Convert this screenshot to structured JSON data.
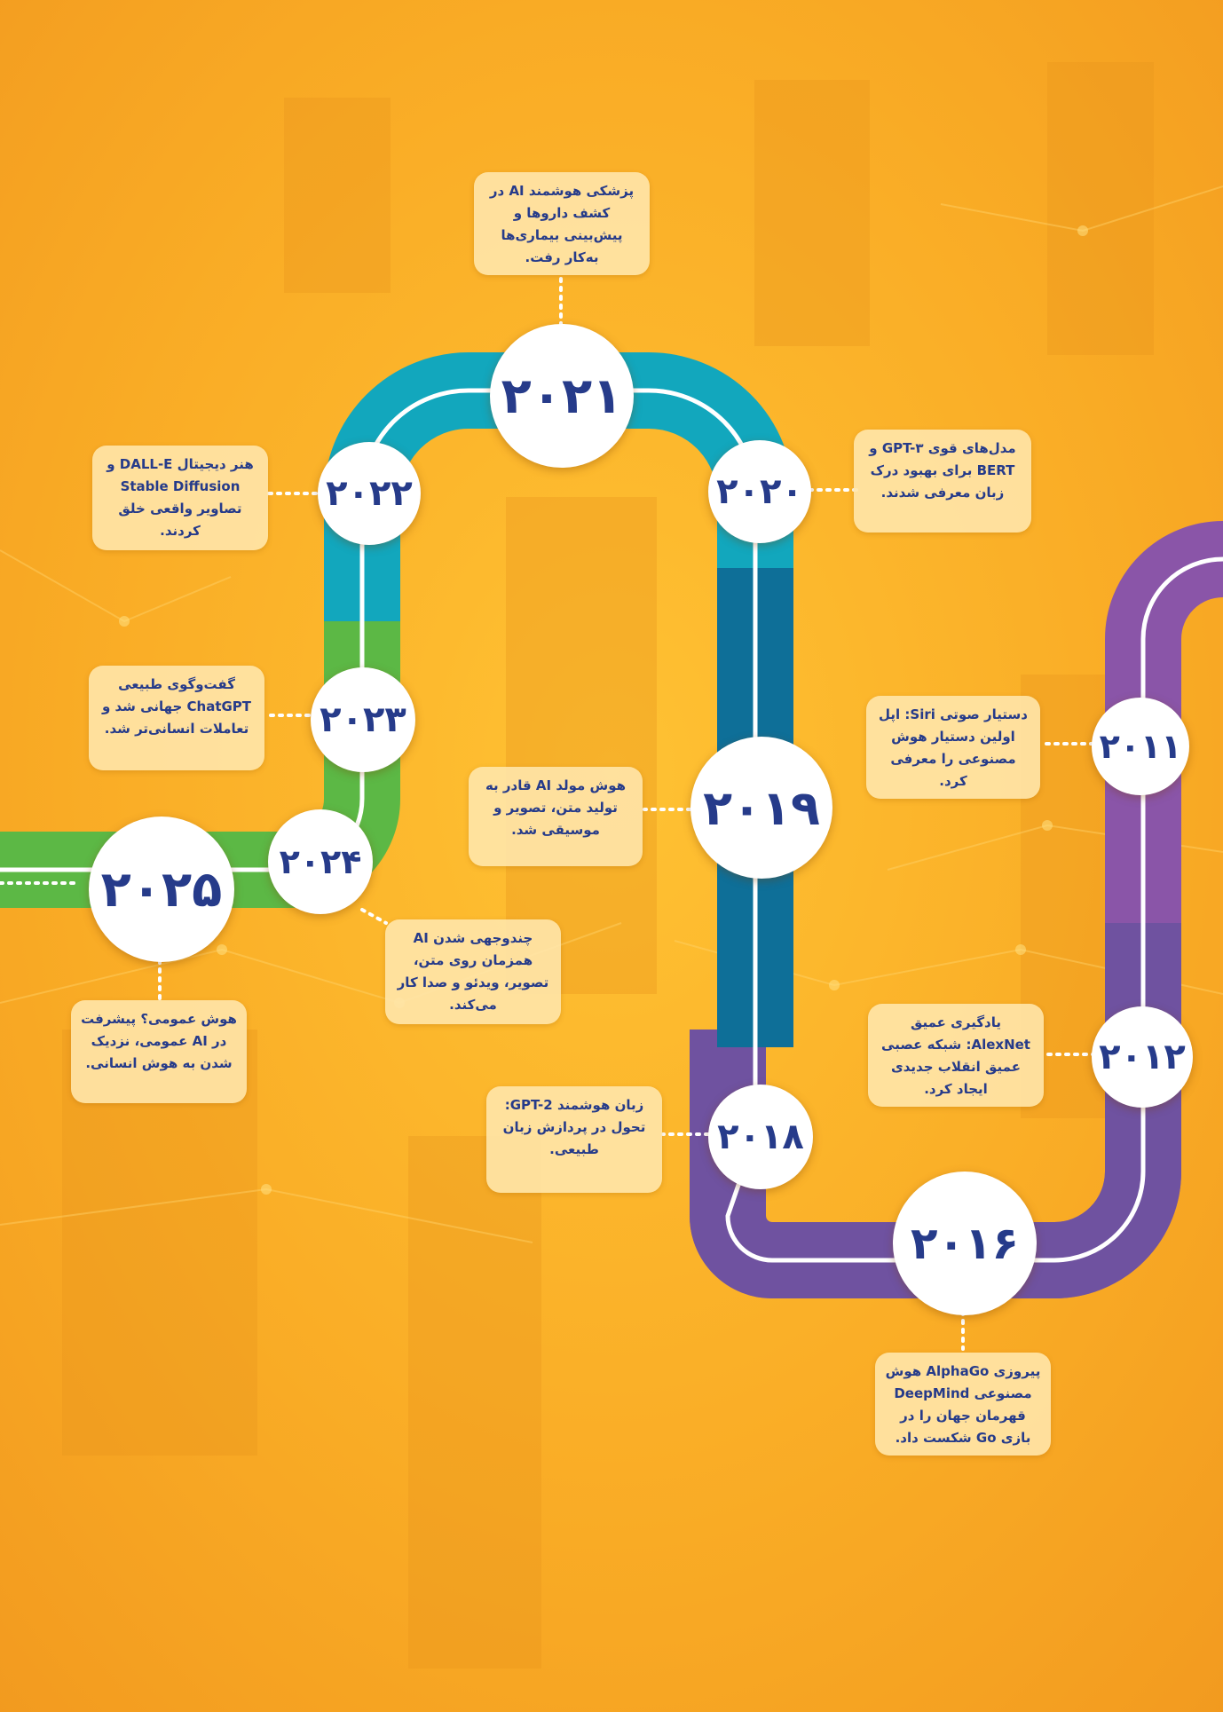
{
  "colors": {
    "background": "#f6a623",
    "year_text": "#263b8a",
    "track_teal": "#12a7bd",
    "track_blue": "#0e6f98",
    "track_green": "#5cb845",
    "track_purple_light": "#a259b0",
    "track_purple_dark": "#6f52a0",
    "box_fill": "#ffe6aa"
  },
  "milestones": [
    {
      "year": "۲۰۱۱",
      "text": "دستیار صوتی Siri: اپل اولین دستیار هوش مصنوعی را معرفی کرد."
    },
    {
      "year": "۲۰۱۲",
      "text": "یادگیری عمیق AlexNet: شبکه عصبی عمیق انقلاب جدیدی ایجاد کرد."
    },
    {
      "year": "۲۰۱۶",
      "text": "پیروزی AlphaGo هوش مصنوعی DeepMind قهرمان جهان را در بازی Go شکست داد."
    },
    {
      "year": "۲۰۱۸",
      "text": "زبان هوشمند GPT-2: تحول در پردازش زبان طبیعی."
    },
    {
      "year": "۲۰۱۹",
      "text": "هوش مولد AI قادر به تولید متن، تصویر و موسیقی شد."
    },
    {
      "year": "۲۰۲۰",
      "text": "مدل‌های قوی GPT-۳ و BERT برای بهبود درک زبان معرفی شدند."
    },
    {
      "year": "۲۰۲۱",
      "text": "پزشکی هوشمند AI در کشف داروها و پیش‌بینی بیماری‌ها به‌کار رفت."
    },
    {
      "year": "۲۰۲۲",
      "text": "هنر دیجیتال DALL-E و Stable Diffusion تصاویر واقعی خلق کردند."
    },
    {
      "year": "۲۰۲۳",
      "text": "گفت‌وگوی طبیعی ChatGPT جهانی شد و تعاملات انسانی‌تر شد."
    },
    {
      "year": "۲۰۲۴",
      "text": "چندوجهی شدن AI همزمان روی متن، تصویر، ویدئو و صدا کار می‌کند."
    },
    {
      "year": "۲۰۲۵",
      "text": "هوش عمومی؟ پیشرفت در AI عمومی، نزدیک شدن به هوش انسانی."
    }
  ]
}
